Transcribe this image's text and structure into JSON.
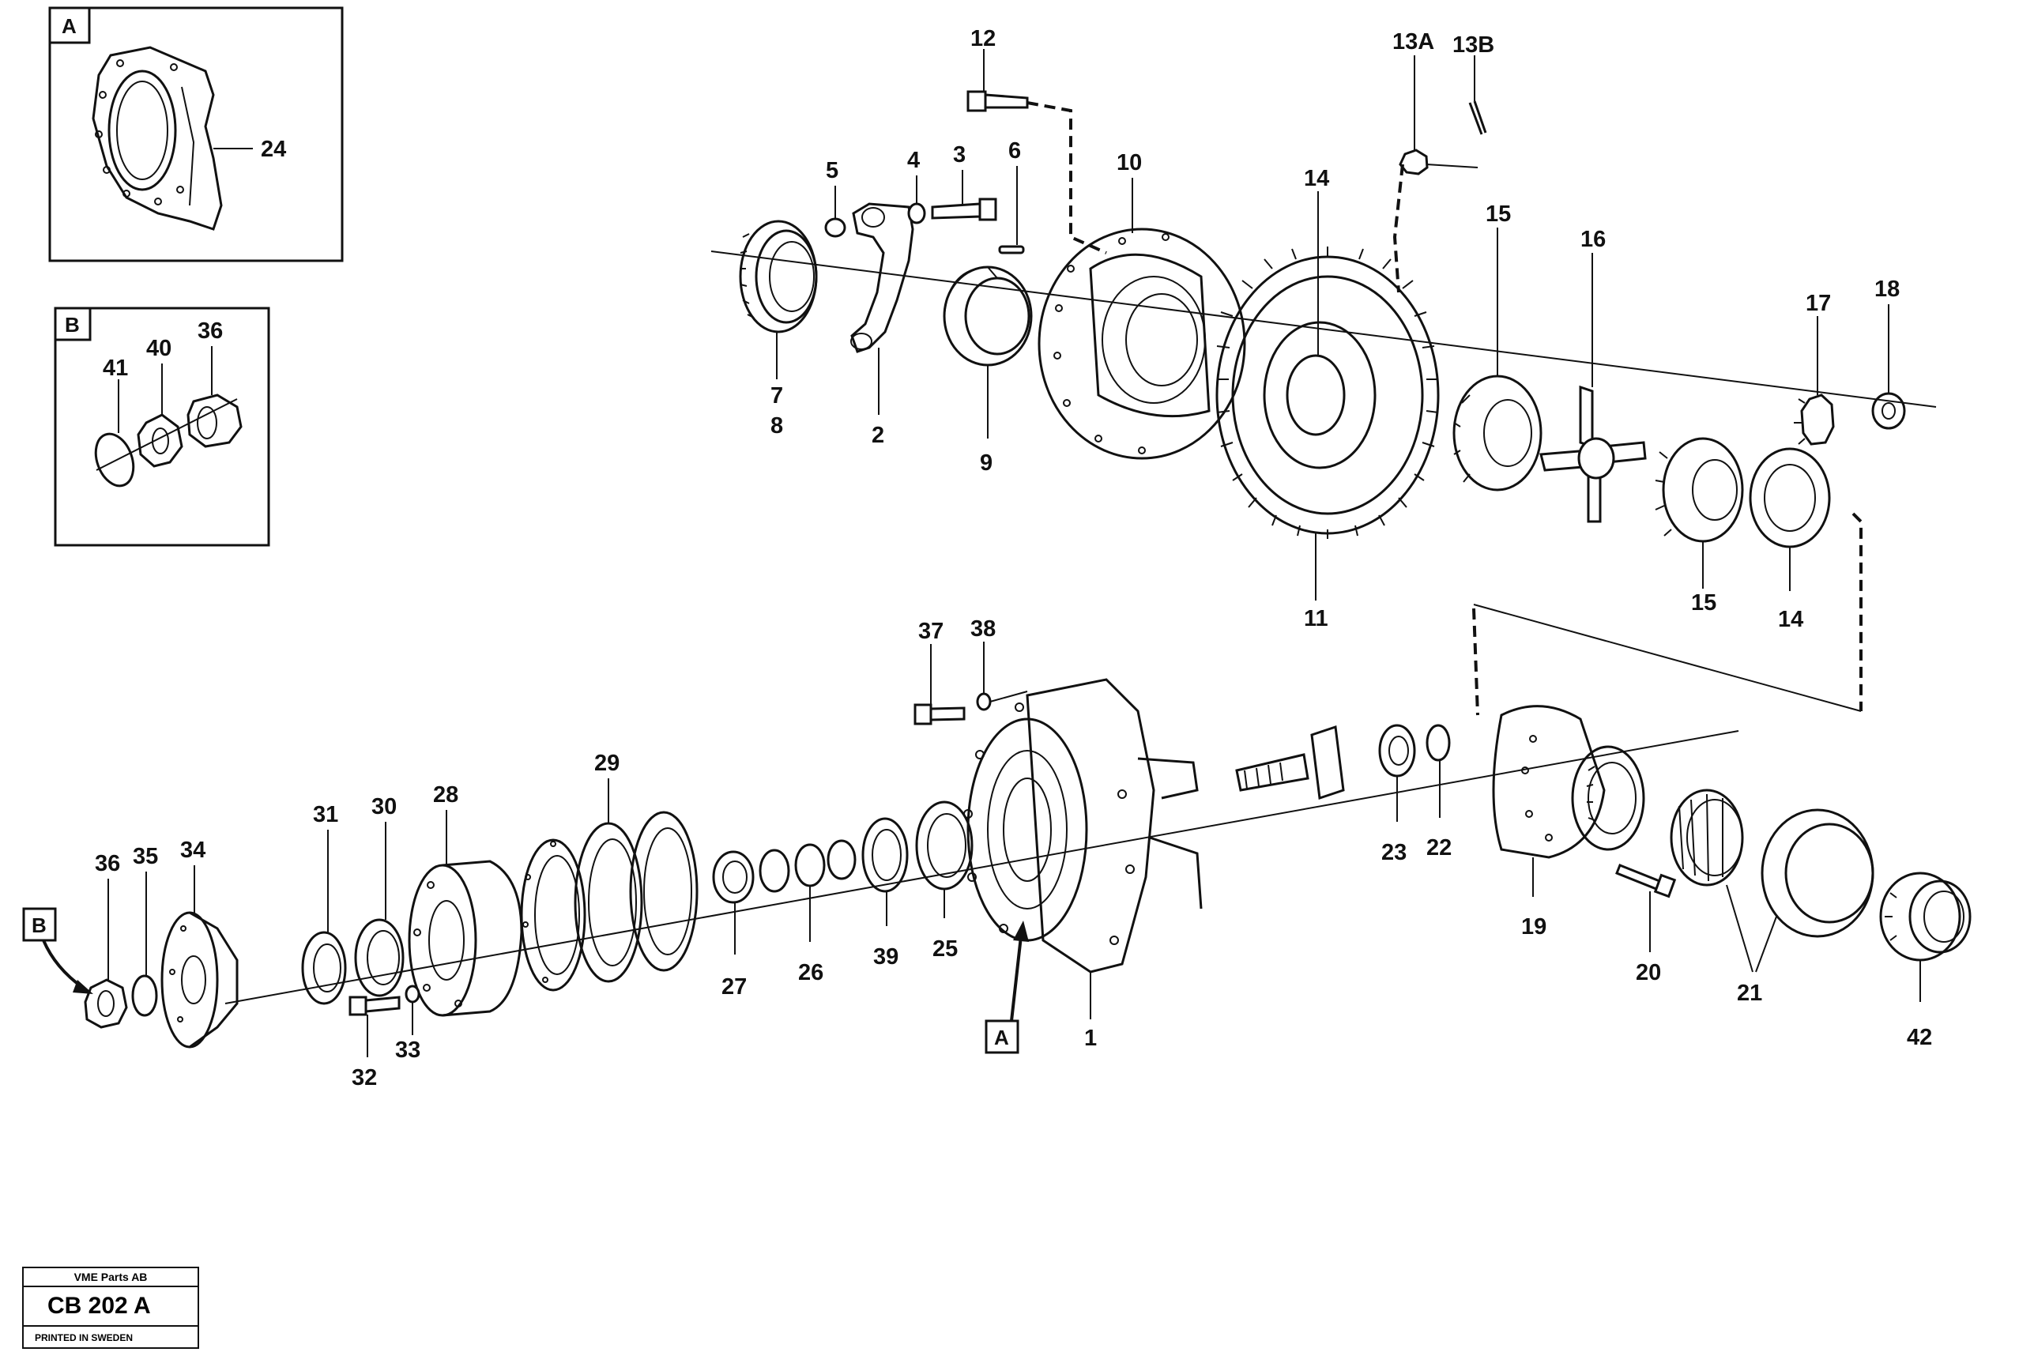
{
  "insets": {
    "a_letter": "A",
    "b_letter": "B"
  },
  "callouts": {
    "a_letter": "A",
    "b_letter": "B"
  },
  "labels": {
    "l1": "1",
    "l2": "2",
    "l3": "3",
    "l4": "4",
    "l5": "5",
    "l6": "6",
    "l7": "7",
    "l8": "8",
    "l9": "9",
    "l10": "10",
    "l11": "11",
    "l12": "12",
    "l13a": "13A",
    "l13b": "13B",
    "l14a": "14",
    "l14b": "14",
    "l15a": "15",
    "l15b": "15",
    "l16": "16",
    "l17": "17",
    "l18": "18",
    "l19": "19",
    "l20": "20",
    "l21": "21",
    "l22": "22",
    "l23": "23",
    "l24": "24",
    "l25": "25",
    "l26": "26",
    "l27": "27",
    "l28": "28",
    "l29": "29",
    "l30": "30",
    "l31": "31",
    "l32": "32",
    "l33": "33",
    "l34": "34",
    "l35": "35",
    "l36a": "36",
    "l36b": "36",
    "l37": "37",
    "l38": "38",
    "l39": "39",
    "l40": "40",
    "l41": "41",
    "l42": "42"
  },
  "title_block": {
    "company": "VME Parts AB",
    "drawing_no": "CB 202 A",
    "printed": "PRINTED IN SWEDEN"
  }
}
